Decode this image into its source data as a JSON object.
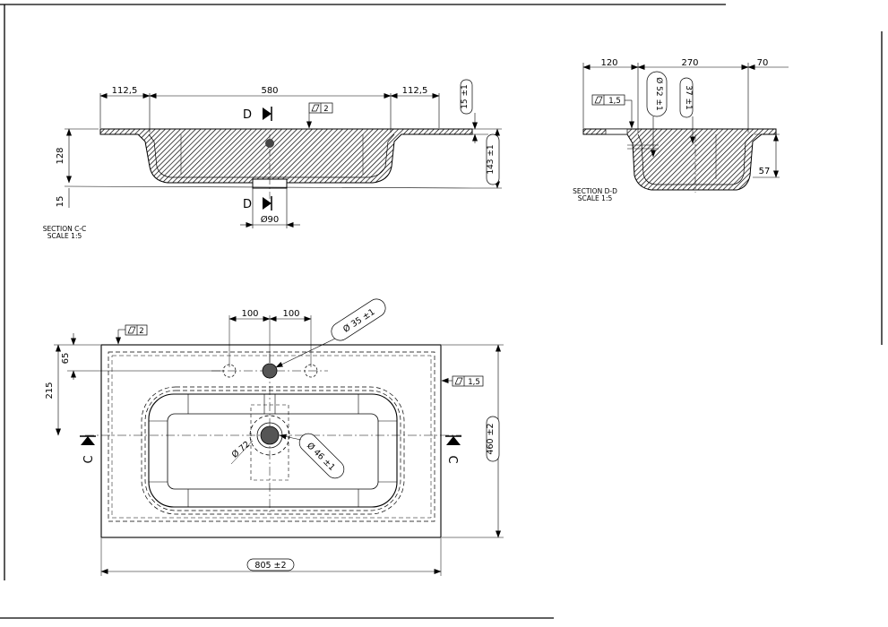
{
  "section_cc": {
    "title": "SECTION C-C",
    "scale": "SCALE 1:5",
    "dims": {
      "left_ledge": "112,5",
      "bowl_width": "580",
      "right_ledge": "112,5",
      "bowl_depth": "128",
      "base_thickness": "15",
      "top_thickness": "15 ±1",
      "total_depth": "143 ±1",
      "outlet_dia": "Ø90"
    },
    "flatness_value": "2",
    "cut_label": "D"
  },
  "section_dd": {
    "title": "SECTION D-D",
    "scale": "SCALE 1:5",
    "dims": {
      "front_ledge": "120",
      "bowl_length": "270",
      "back_ledge": "70",
      "tap_hole_dia": "Ø 52 ±1",
      "tap_depth": "37 ±1",
      "back_height": "57"
    },
    "flatness_value": "1,5"
  },
  "top_view": {
    "dims": {
      "hole_left": "100",
      "hole_right": "100",
      "tap_hole_dia": "Ø 35 ±1",
      "edge_to_tap": "65",
      "edge_to_drain": "215",
      "drain_outer_dia": "Ø 72",
      "drain_inner_dia": "Ø 46 ±1",
      "depth": "460 ±2",
      "width": "805 ±2"
    },
    "flatness_top": "2",
    "flatness_side": "1,5",
    "cut_label": "C"
  },
  "icons": {
    "flatness": "parallelogram-icon",
    "section_arrow": "triangle-arrow-icon"
  }
}
